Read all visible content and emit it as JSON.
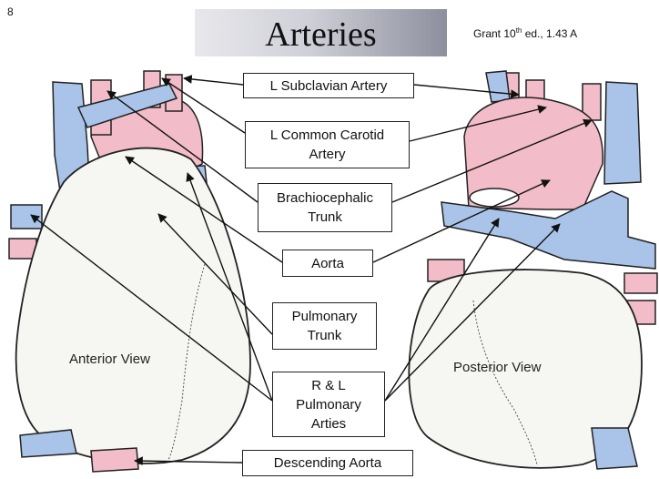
{
  "slide_number": "8",
  "title": "Arteries",
  "source": {
    "prefix": "Grant 10",
    "sup": "th",
    "suffix": " ed., 1.43 A"
  },
  "labels": {
    "l_subclavian": "L Subclavian Artery",
    "l_common_carotid_1": "L Common Carotid",
    "l_common_carotid_2": "Artery",
    "brachiocephalic_1": "Brachiocephalic",
    "brachiocephalic_2": "Trunk",
    "aorta": "Aorta",
    "pulmonary_trunk_1": "Pulmonary",
    "pulmonary_trunk_2": "Trunk",
    "rl_pulmonary_1": "R & L",
    "rl_pulmonary_2": "Pulmonary",
    "rl_pulmonary_3": "Arties",
    "descending_aorta": "Descending Aorta"
  },
  "views": {
    "anterior": "Anterior View",
    "posterior": "Posterior View"
  },
  "colors": {
    "artery_pink": "#f2bcc8",
    "vein_blue": "#a9c4e8",
    "outline": "#222222"
  }
}
